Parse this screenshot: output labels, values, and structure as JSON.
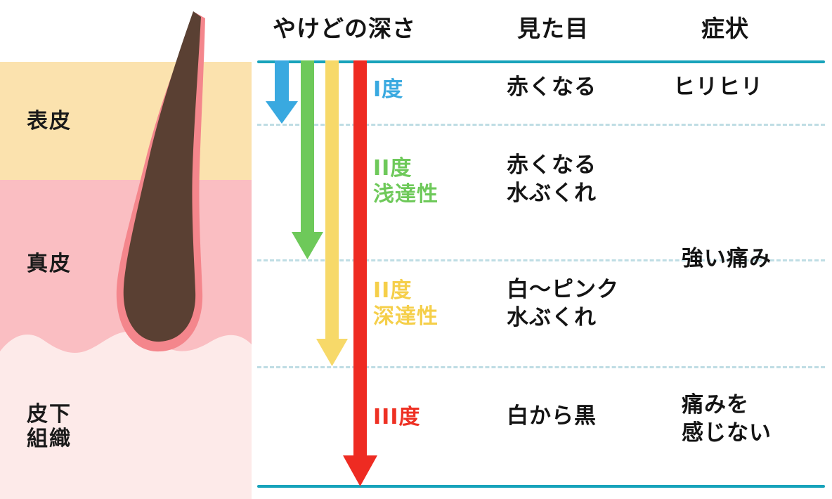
{
  "diagram": {
    "title_columns": {
      "depth": "やけどの深さ",
      "appearance": "見た目",
      "symptom": "症状"
    },
    "skin": {
      "layers": [
        {
          "name": "epidermis",
          "label": "表皮",
          "color": "#fbe2ae"
        },
        {
          "name": "dermis",
          "label": "真皮",
          "color": "#fabec2"
        },
        {
          "name": "subcutaneous",
          "label": "皮下\n組織",
          "color": "#fdeae9"
        }
      ],
      "hair": {
        "shaft_color": "#5a4033",
        "follicle_color": "#f4868c"
      }
    },
    "rows": [
      {
        "degree": "I度",
        "degree_color": "#39a9e0",
        "appearance": "赤くなる",
        "symptom": "ヒリヒリ"
      },
      {
        "degree": "II度\n浅達性",
        "degree_color": "#6ec95a",
        "appearance": "赤くなる\n水ぶくれ",
        "symptom": ""
      },
      {
        "degree": "II度\n深達性",
        "degree_color": "#f5cf4a",
        "appearance": "白〜ピンク\n水ぶくれ",
        "symptom": ""
      },
      {
        "degree": "III度",
        "degree_color": "#ee3124",
        "appearance": "白から黒",
        "symptom": "痛みを\n感じない"
      }
    ],
    "spanning_symptom": "強い痛み",
    "arrows": [
      {
        "name": "depth-arrow-first-degree",
        "color": "#39a9e0"
      },
      {
        "name": "depth-arrow-superficial-second-degree",
        "color": "#6ec95a"
      },
      {
        "name": "depth-arrow-deep-second-degree",
        "color": "#f7d969"
      },
      {
        "name": "depth-arrow-third-degree",
        "color": "#ee2b22"
      }
    ],
    "rules": {
      "solid_color": "#18a3bb",
      "dashed_color": "#bfdde4"
    }
  }
}
